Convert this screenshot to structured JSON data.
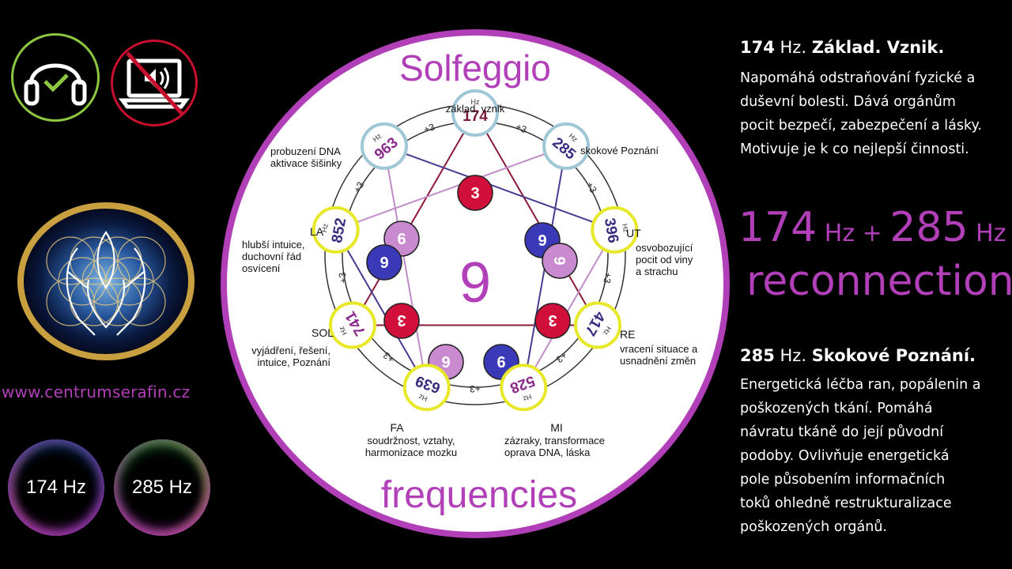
{
  "left": {
    "site_url": "www.centrumserafin.cz",
    "orbs": [
      {
        "label": "174 Hz"
      },
      {
        "label": "285 Hz"
      }
    ]
  },
  "diagram": {
    "title_top": "Solfeggio",
    "title_bottom": "frequencies",
    "center_number": "9",
    "hz_label": "Hz",
    "plus3": "+3",
    "nodes": [
      {
        "value": "174",
        "label": "základ, vznik"
      },
      {
        "value": "285",
        "label": "skokové Poznání"
      },
      {
        "value": "396",
        "note": "UT",
        "label_lines": [
          "osvobozující",
          "pocit od viny",
          "a strachu"
        ]
      },
      {
        "value": "417",
        "note": "RE",
        "label_lines": [
          "vracení situace a",
          "usnadnění změn"
        ]
      },
      {
        "value": "528",
        "note": "MI",
        "label_lines": [
          "zázraky, transformace",
          "oprava DNA, láska"
        ]
      },
      {
        "value": "639",
        "note": "FA",
        "label_lines": [
          "soudržnost, vztahy,",
          "harmonizace mozku"
        ]
      },
      {
        "value": "741",
        "note": "SOL",
        "label_lines": [
          "vyjádření, řešení,",
          "intuice, Poznání"
        ]
      },
      {
        "value": "852",
        "note": "LA",
        "label_lines": [
          "hlubší intuice,",
          "duchovní řád",
          "osvícení"
        ]
      },
      {
        "value": "963",
        "label_lines": [
          "probuzení DNA",
          "aktivace šišinky"
        ]
      }
    ],
    "ball_digits": {
      "three": "3",
      "six": "6",
      "nine": "9"
    }
  },
  "right": {
    "info1": {
      "hz_value": "174",
      "hz_unit": " Hz. ",
      "title": "Základ. Vznik.",
      "lines": [
        "Napomáhá odstraňování fyzické a",
        "duševní bolesti. Dává orgánům",
        "pocit bezpečí, zabezpečení a lásky.",
        "Motivuje je k co nejlepší činnosti."
      ]
    },
    "formula": {
      "a": "174",
      "a_unit": " Hz",
      "plus": " + ",
      "b": "285",
      "b_unit": " Hz"
    },
    "reconnection": "reconnection",
    "info2": {
      "hz_value": "285",
      "hz_unit": " Hz. ",
      "title": "Skokové Poznání.",
      "lines": [
        "Energetická léčba ran, popálenin a",
        "poškozených tkání. Pomáhá",
        "návratu tkáně do její původní",
        "podoby. Ovlivňuje energetická",
        "pole působením informačních",
        "toků ohledně restrukturalizace",
        "poškozených orgánů."
      ]
    }
  },
  "colors": {
    "magenta": "#b13fb8",
    "green_badge": "#8dc63f",
    "red_badge": "#c8102e",
    "ring_blue": "#9fc7d6",
    "ring_yellow": "#e8e82a",
    "ball_red": "#d0103a",
    "ball_blue": "#3a3ab8",
    "ball_pink": "#c98ad0",
    "triangle": "#8b1a3a",
    "hexagram_blue": "#4a3a90",
    "hexagram_pink": "#c08cc8"
  }
}
